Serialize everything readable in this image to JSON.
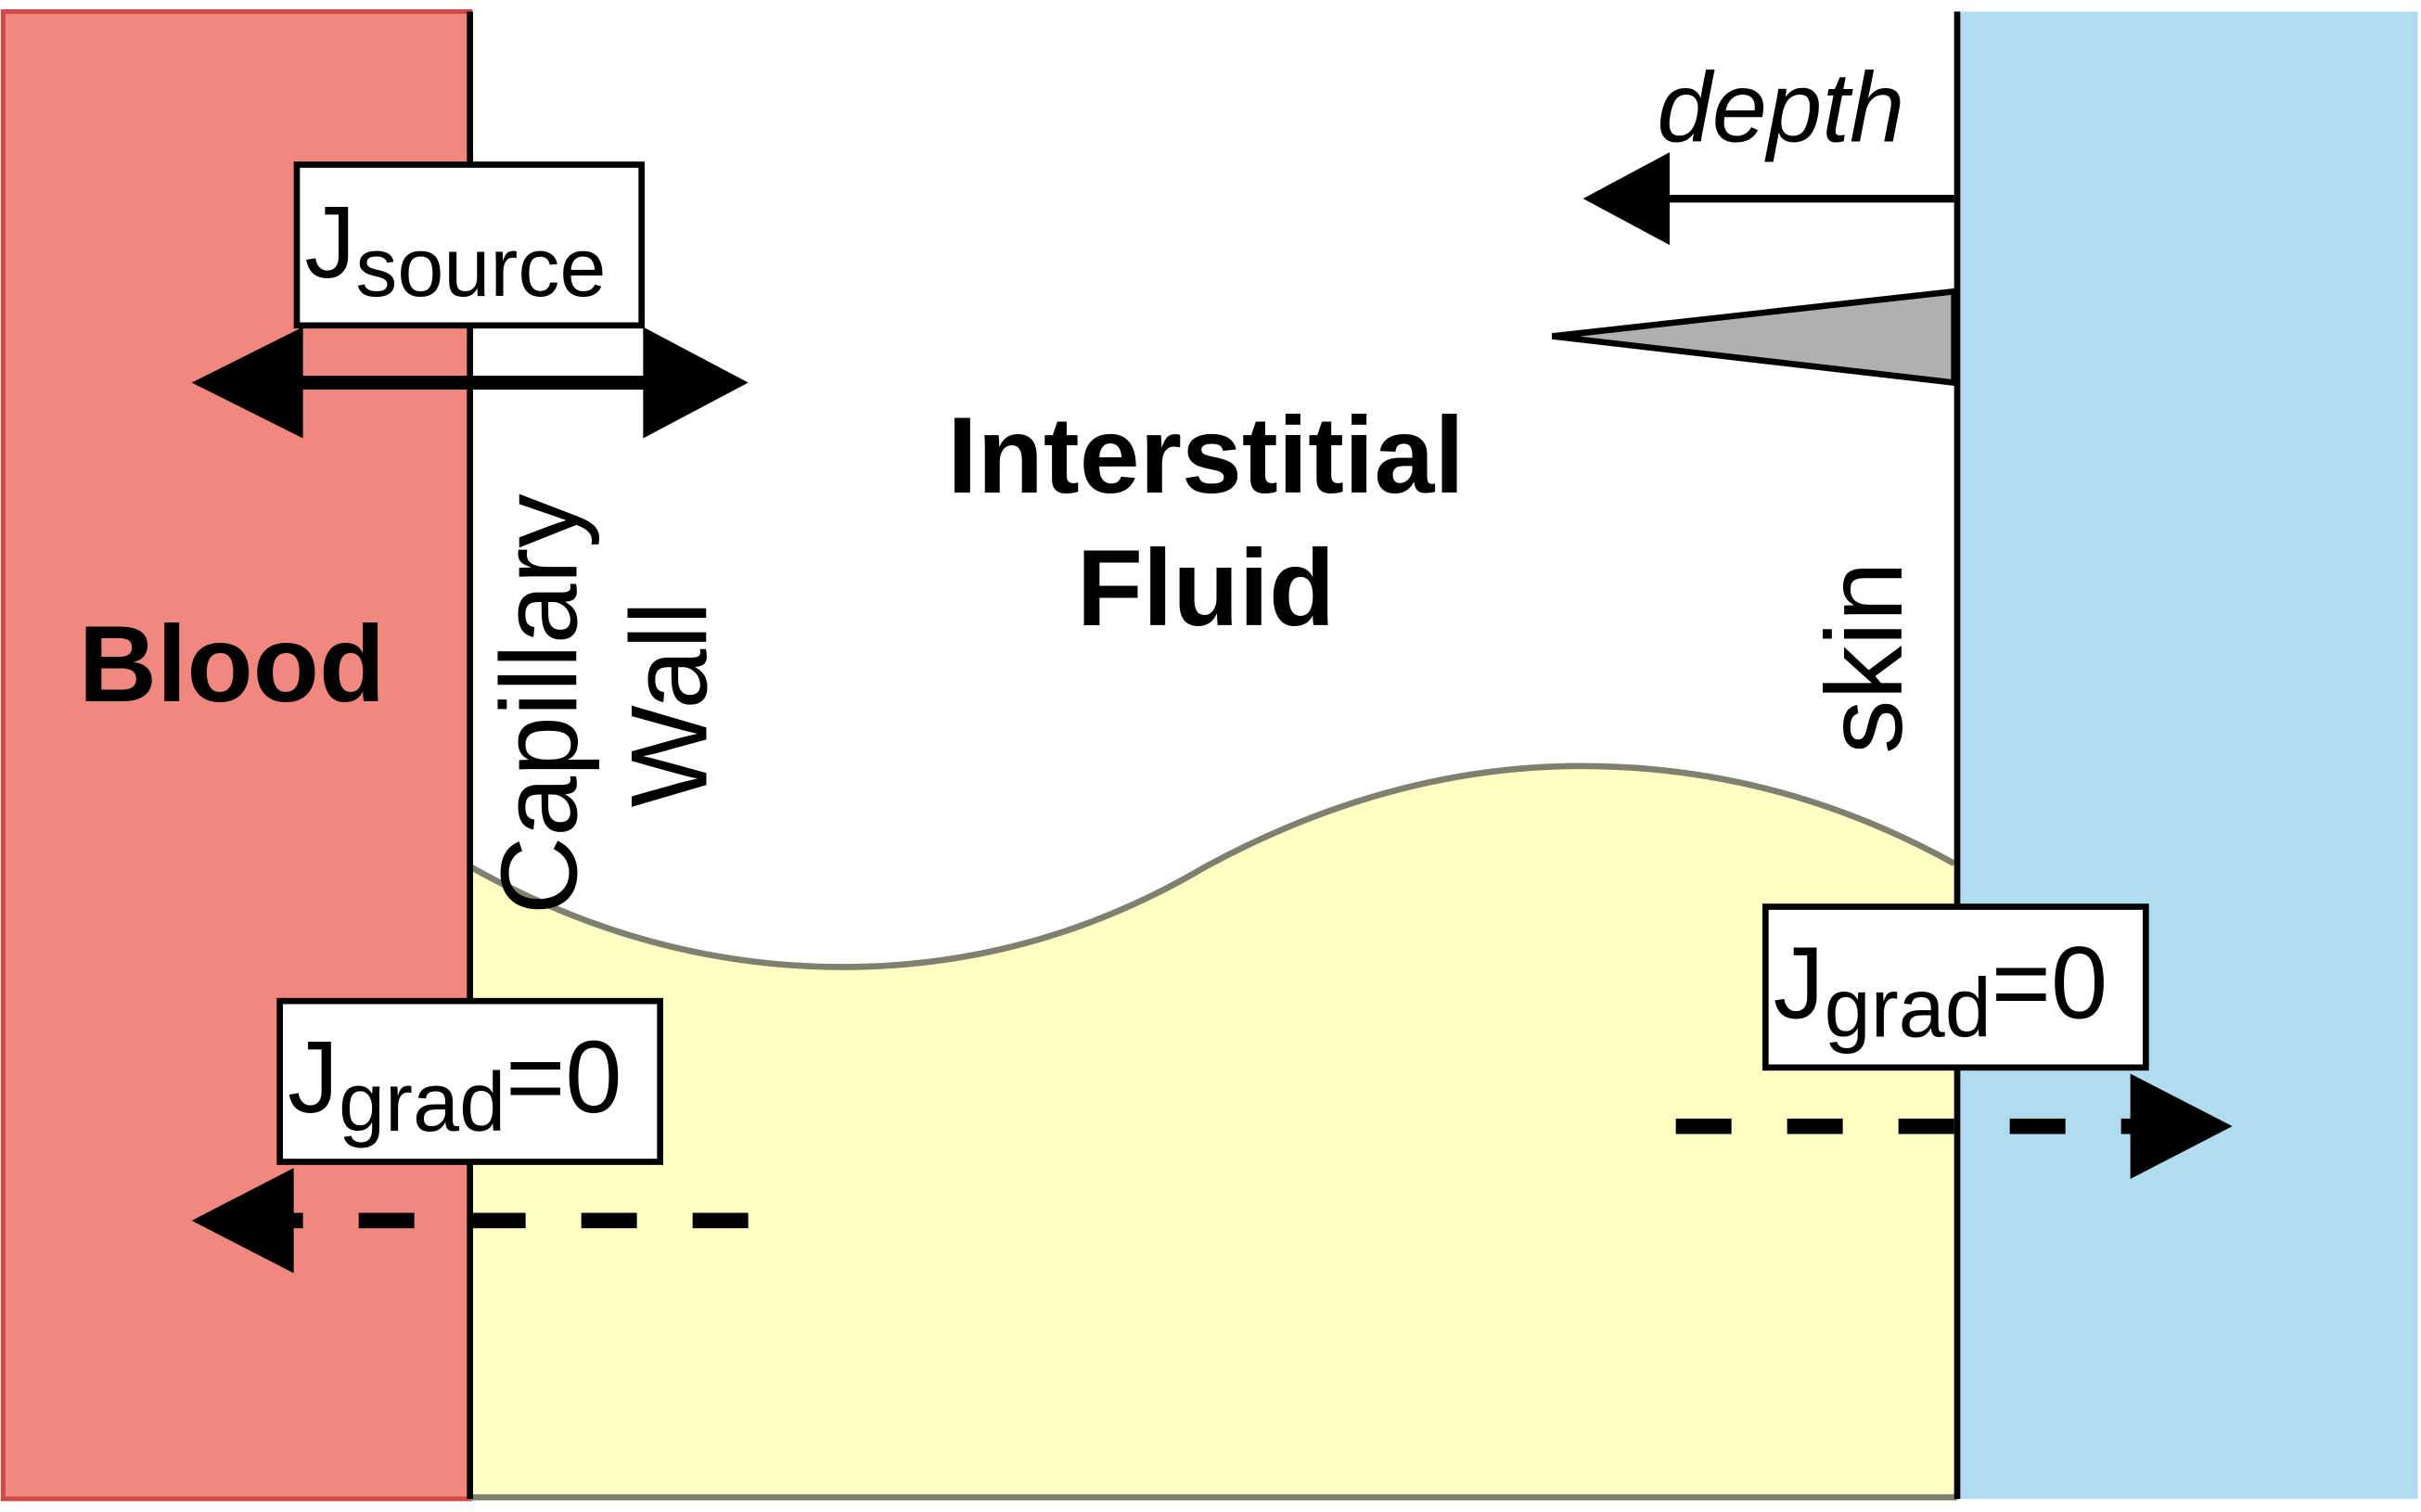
{
  "regions": {
    "blood": {
      "label": "Blood",
      "color": "#f08880"
    },
    "capillary_wall": {
      "line1": "Capillary",
      "line2": "Wall"
    },
    "interstitial_fluid": {
      "line1": "Interstitial",
      "line2": "Fluid",
      "color": "#ffffc4"
    },
    "skin": {
      "label": "skin",
      "color": "#b0dcf0"
    }
  },
  "depth_arrow": {
    "label": "depth"
  },
  "flux_labels": {
    "source": {
      "symbol": "J",
      "subscript": "source"
    },
    "grad_left": {
      "symbol": "J",
      "subscript": "grad",
      "suffix": "=0"
    },
    "grad_right": {
      "symbol": "J",
      "subscript": "grad",
      "suffix": "=0"
    }
  },
  "colors": {
    "line": "#000000",
    "needle": "#b0b0b0",
    "curve": "#808070"
  }
}
